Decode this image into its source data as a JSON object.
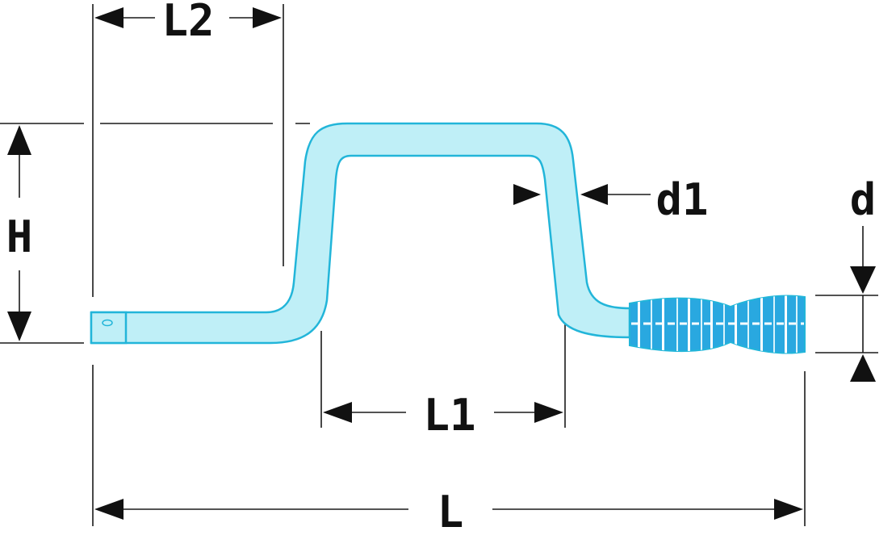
{
  "diagram": {
    "labels": {
      "l2": "L2",
      "h": "H",
      "d1": "d1",
      "d": "d",
      "l1": "L1",
      "l": "L"
    },
    "colors": {
      "background": "#ffffff",
      "rod_fill": "#bfeff7",
      "rod_outline": "#22b5d9",
      "handle_fill": "#29a8e0",
      "handle_stripes": "#ffffff",
      "lines": "#111111"
    },
    "parts": [
      "offset-crank-rod",
      "square-drive-tip",
      "grip-handle"
    ]
  }
}
